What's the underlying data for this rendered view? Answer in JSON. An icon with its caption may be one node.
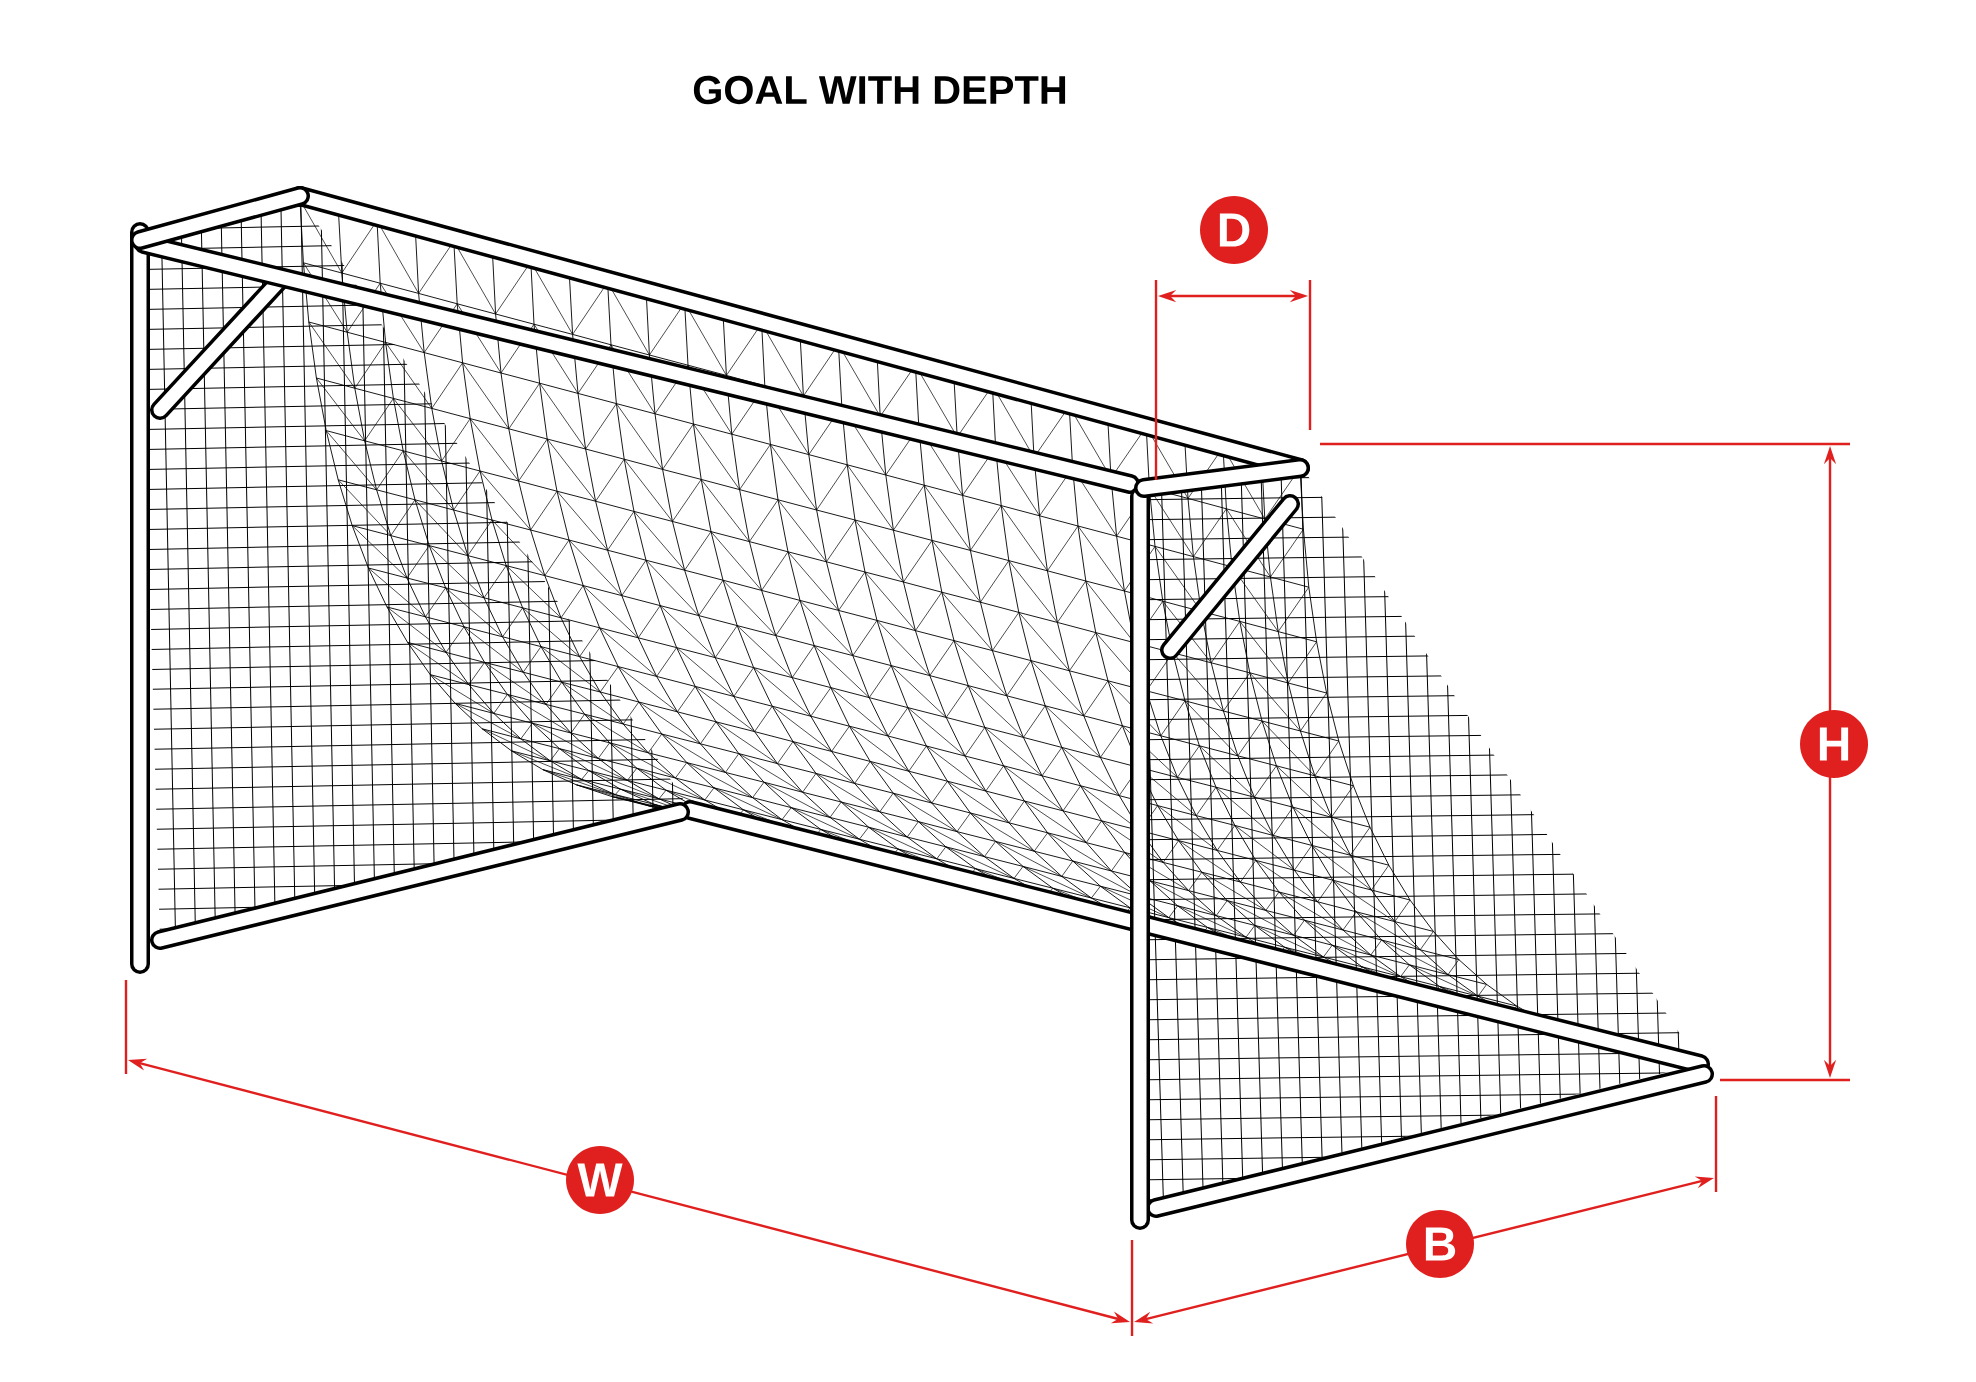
{
  "diagram": {
    "title": "GOAL WITH DEPTH",
    "labels": [
      "D",
      "H",
      "W",
      "B"
    ]
  }
}
